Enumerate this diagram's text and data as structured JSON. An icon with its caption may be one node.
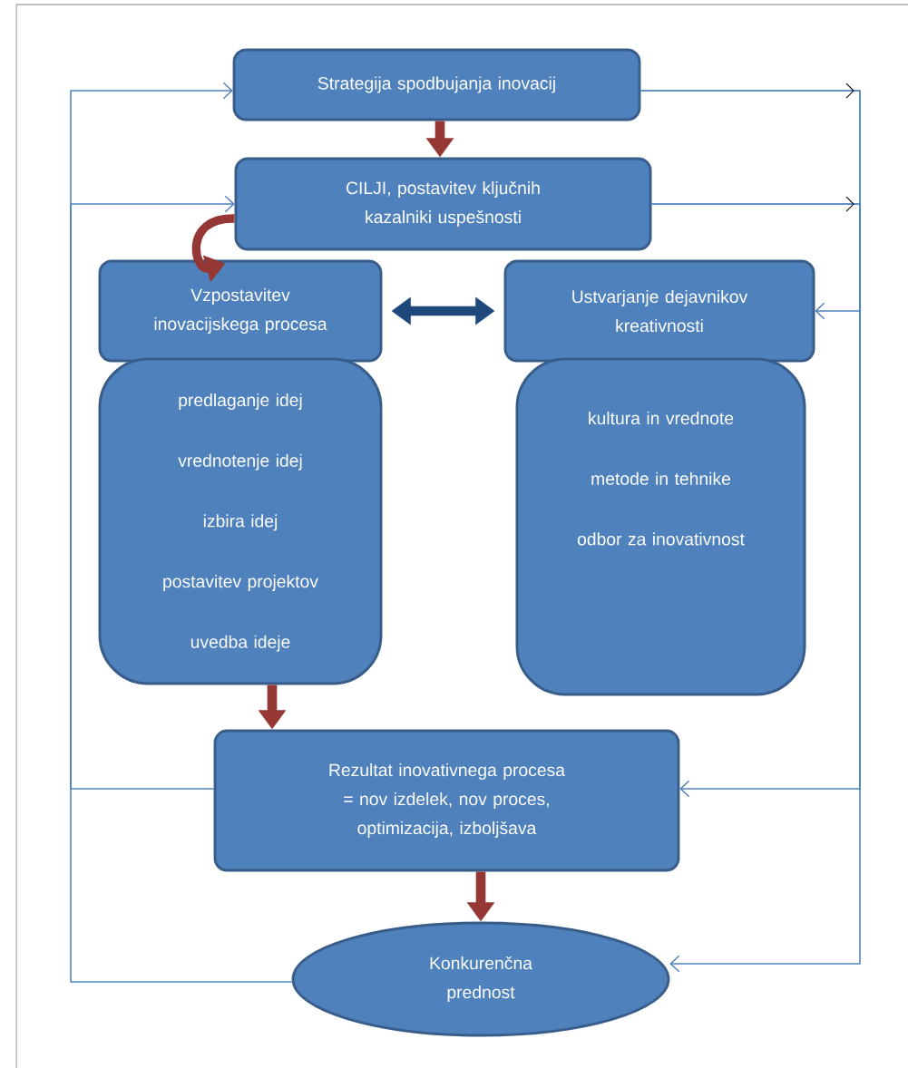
{
  "diagram": {
    "nodes": [
      {
        "text": [
          "Strategija spodbujanja inovacij"
        ]
      },
      {
        "text": [
          "CILJI, postavitev ključnih kazalniki uspešnosti"
        ]
      },
      {
        "text": [
          "Vzpostavitev inovacijskega procesa"
        ]
      },
      {
        "text": [
          "Ustvarjanje dejavnikov kreativnosti"
        ]
      },
      {
        "text": [
          "predlaganje idej",
          "vrednotenje idej",
          "izbira idej",
          "postavitev projektov",
          "uvedba ideje"
        ]
      },
      {
        "text": [
          "kultura in vrednote",
          "metode in tehnike",
          "odbor za inovativnost"
        ]
      },
      {
        "text": [
          "Rezultat inovativnega procesa = nov izdelek, nov proces, optimizacija, izboljšava"
        ]
      },
      {
        "text": [
          "Konkurenčna prednost"
        ]
      }
    ],
    "edges": [
      {
        "from": 0,
        "to": 1,
        "arrow": "to",
        "style": "thick",
        "color": "#953735"
      },
      {
        "from": 1,
        "to": 2,
        "arrow": "to",
        "style": "thick",
        "color": "#953735"
      },
      {
        "from": 2,
        "to": 3,
        "arrow": "both",
        "style": "thick",
        "color": "#1f497d"
      },
      {
        "from": 4,
        "to": 6,
        "arrow": "to",
        "style": "thick",
        "color": "#953735"
      },
      {
        "from": 6,
        "to": 7,
        "arrow": "to",
        "style": "thick",
        "color": "#953735"
      },
      {
        "from": 6,
        "to": 0,
        "arrow": "to"
      },
      {
        "from": 6,
        "to": 1,
        "arrow": "to"
      },
      {
        "from": 7,
        "to": 0,
        "arrow": "to"
      },
      {
        "from": 7,
        "to": 1,
        "arrow": "to"
      },
      {
        "from": 0,
        "to": 3,
        "arrow": "to"
      },
      {
        "from": 0,
        "to": 6,
        "arrow": "to"
      },
      {
        "from": 0,
        "to": 7,
        "arrow": "to"
      },
      {
        "from": 1,
        "to": 3,
        "arrow": "to"
      },
      {
        "from": 1,
        "to": 6,
        "arrow": "to"
      },
      {
        "from": 1,
        "to": 7,
        "arrow": "to"
      }
    ]
  }
}
